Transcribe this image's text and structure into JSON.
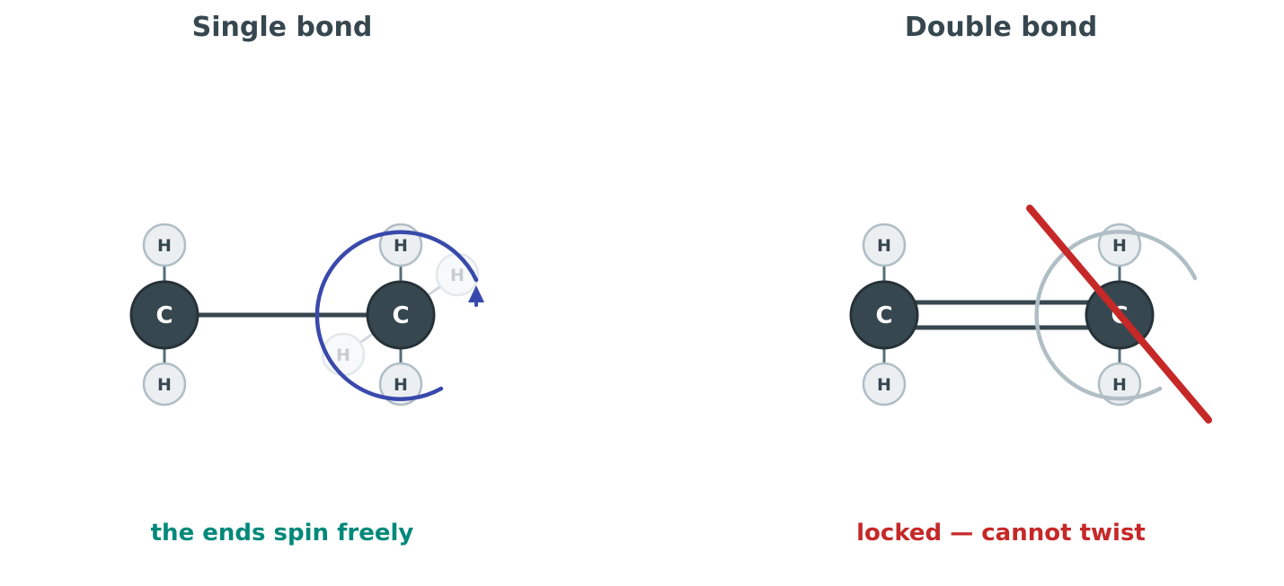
{
  "colors": {
    "title": "#37474f",
    "carbon_fill": "#37474f",
    "carbon_stroke": "#263238",
    "hydrogen_fill": "#eceff1",
    "hydrogen_stroke": "#b0bec5",
    "bond": "#37474f",
    "h_bond": "#546e7a",
    "rotation_arrow": "#3949ab",
    "faded": "#cfd8dc",
    "blocked_arc": "#b0bec5",
    "cross": "#c62828",
    "free_caption": "#00897b",
    "locked_caption": "#c62828"
  },
  "single": {
    "title": "Single bond",
    "carbon_left": "C",
    "carbon_right": "C",
    "h_left_top": "H",
    "h_left_bottom": "H",
    "h_right_top": "H",
    "h_right_bottom": "H",
    "h_ghost_1": "H",
    "h_ghost_2": "H",
    "caption": "the ends spin freely"
  },
  "double": {
    "title": "Double bond",
    "carbon_left": "C",
    "carbon_right": "C",
    "h_left_top": "H",
    "h_left_bottom": "H",
    "h_right_top": "H",
    "h_right_bottom": "H",
    "caption": "locked — cannot twist"
  }
}
